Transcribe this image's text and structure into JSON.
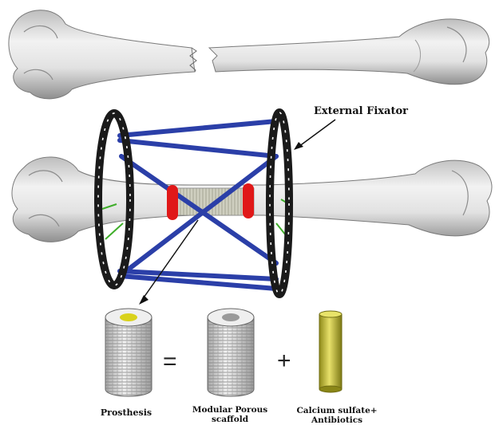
{
  "labels": {
    "external_fixator": "External Fixator",
    "prosthesis": "Prosthesis",
    "scaffold": "Modular Porous scaffold",
    "calcium": "Calcium sulfate+\nAntibiotics"
  },
  "operators": {
    "equals": "=",
    "plus": "+"
  },
  "colors": {
    "bone": "#e6e6e6",
    "bone_shadow": "#9a9a9a",
    "ring": "#1a1a1a",
    "rod": "#2b3fa8",
    "clamp": "#e01818",
    "wire": "#3fae2a",
    "implant_top": "#d9d21c",
    "cylinder_body": "#c7c24a"
  }
}
